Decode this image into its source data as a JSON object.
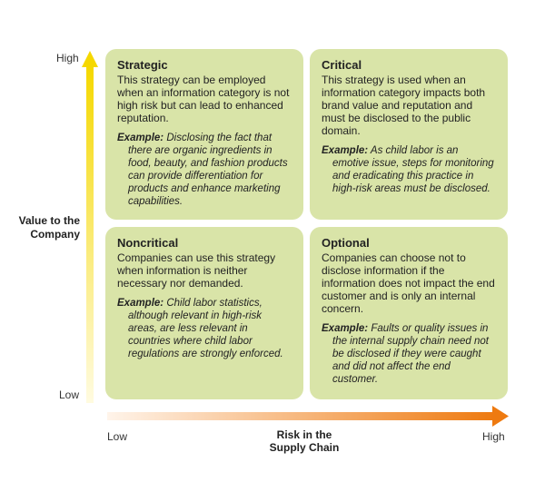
{
  "y_axis": {
    "title": "Value to the Company",
    "title_line1": "Value to the",
    "title_line2": "Company",
    "high": "High",
    "low": "Low"
  },
  "x_axis": {
    "title_line1": "Risk in the",
    "title_line2": "Supply Chain",
    "low": "Low",
    "high": "High"
  },
  "colors": {
    "box_fill": "#d9e4a8",
    "y_arrow": "#f5d800",
    "x_arrow": "#ee7a10"
  },
  "quadrants": {
    "strategic": {
      "title": "Strategic",
      "description": "This strategy can be employed when an information category is not high risk but can lead to enhanced reputation.",
      "example_label": "Example:",
      "example": "Disclosing the fact that there are organic ingredients in food, beauty, and fashion products can provide differentiation for products and enhance marketing capabilities."
    },
    "critical": {
      "title": "Critical",
      "description": "This strategy is used when an information category impacts both brand value and reputation and must be disclosed to the public domain.",
      "example_label": "Example:",
      "example": "As child labor is an emotive issue, steps for monitoring and eradicating this practice in high-risk areas must be disclosed."
    },
    "noncritical": {
      "title": "Noncritical",
      "description": "Companies can use this strategy when information is neither necessary nor demanded.",
      "example_label": "Example:",
      "example": "Child labor statistics, although relevant in high-risk areas, are less relevant in countries where child labor regulations are strongly enforced."
    },
    "optional": {
      "title": "Optional",
      "description": "Companies can choose not to disclose information if the information does not impact the end customer and is only an internal concern.",
      "example_label": "Example:",
      "example": "Faults or quality issues in the internal supply chain need not be disclosed if they were caught and did not affect the end customer."
    }
  }
}
